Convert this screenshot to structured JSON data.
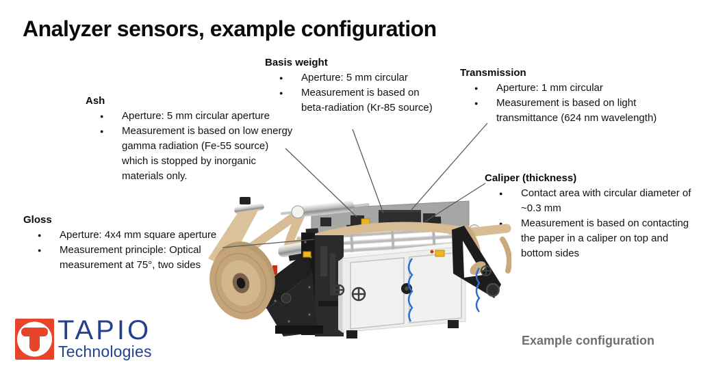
{
  "title": "Analyzer sensors, example configuration",
  "caption": "Example configuration",
  "sections": {
    "basis_weight": {
      "heading": "Basis weight",
      "bullets": [
        "Aperture: 5 mm circular",
        "Measurement is based on beta-radiation (Kr-85 source)"
      ]
    },
    "transmission": {
      "heading": "Transmission",
      "bullets": [
        "Aperture: 1 mm circular",
        "Measurement is based on light transmittance (624 nm wavelength)"
      ]
    },
    "ash": {
      "heading": "Ash",
      "bullets": [
        "Aperture: 5 mm circular aperture",
        "Measurement is based on low energy gamma radiation (Fe-55 source) which is stopped by inorganic materials only."
      ]
    },
    "caliper": {
      "heading": "Caliper (thickness)",
      "bullets": [
        "Contact area with circular diameter of ~0.3 mm",
        "Measurement is based on contacting the paper in a caliper on top and bottom sides"
      ]
    },
    "gloss": {
      "heading": "Gloss",
      "bullets": [
        "Aperture: 4x4 mm square aperture",
        "Measurement principle: Optical measurement at 75°, two sides"
      ]
    }
  },
  "logo": {
    "brand": "TAPIO",
    "subbrand": "Technologies"
  },
  "figure": {
    "name": "paper-analyzer-machine-photo",
    "description_colors": {
      "paper_tan": "#c9a97e",
      "machine_dark": "#1f1f1f",
      "cabinet_white": "#ededeb",
      "back_panel_gray": "#a6a6a4",
      "cable_blue": "#2e6cd6",
      "accent_yellow": "#f0b41e"
    }
  },
  "colors": {
    "text": "#0a0a0a",
    "callout_line": "#5a5a5c",
    "caption_gray": "#6f6f6f",
    "logo_blue": "#24418e",
    "logo_red": "#e8432b"
  }
}
